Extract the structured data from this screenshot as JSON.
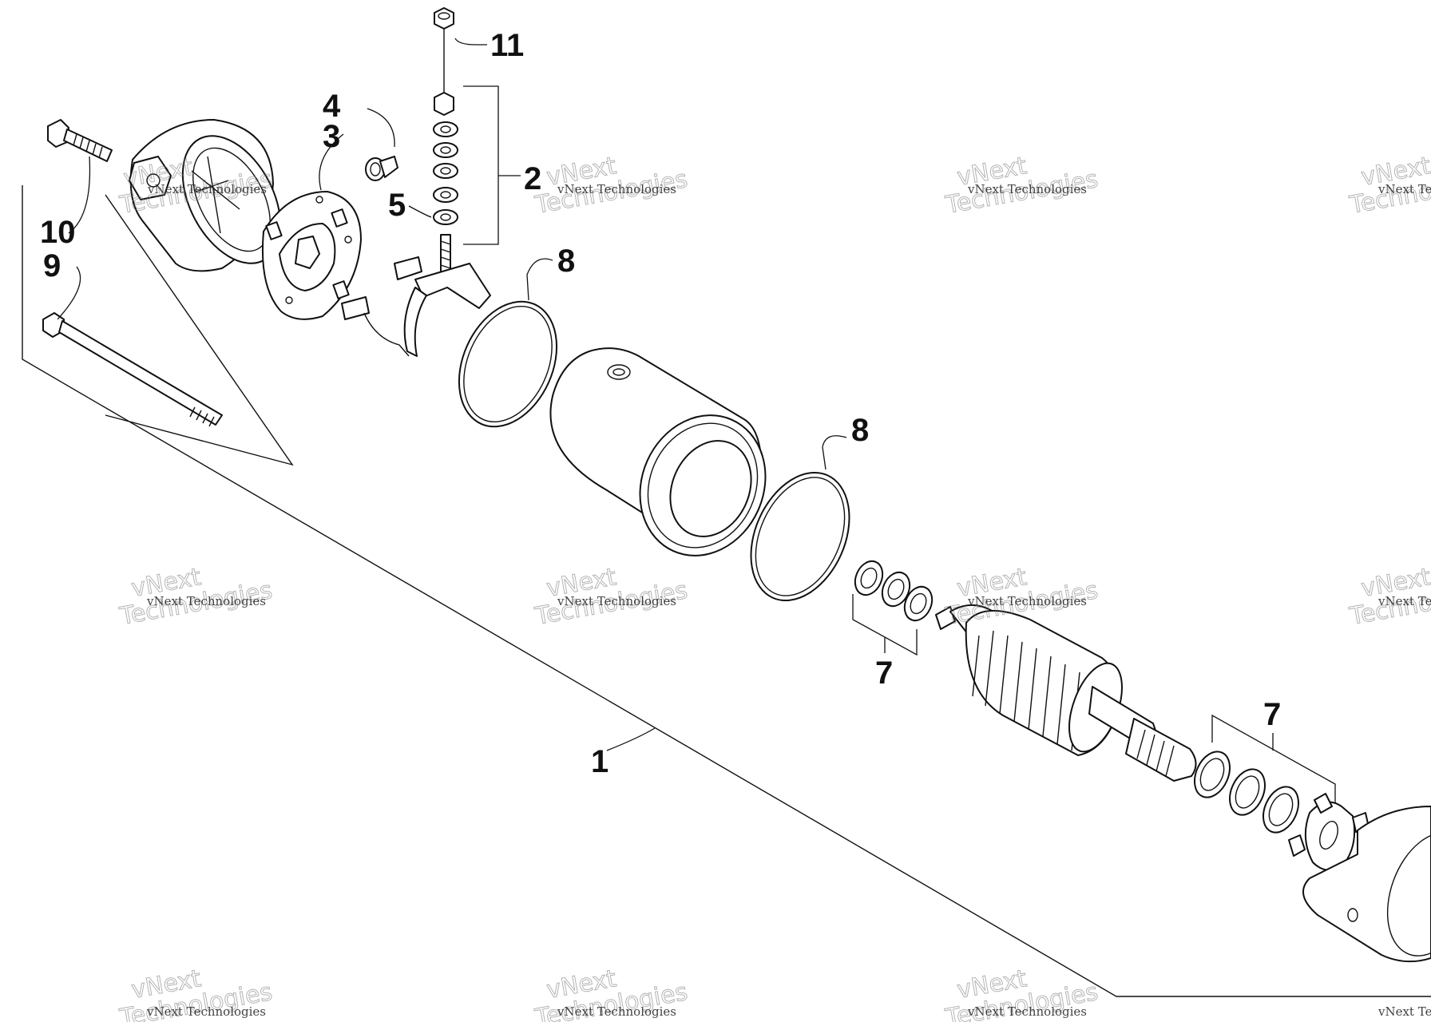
{
  "diagram": {
    "callouts": {
      "c1": "1",
      "c2": "2",
      "c3": "3",
      "c4": "4",
      "c5": "5",
      "c7a": "7",
      "c7b": "7",
      "c8a": "8",
      "c8b": "8",
      "c9": "9",
      "c10": "10",
      "c11": "11"
    },
    "watermark": {
      "small": "vNext Technologies",
      "big": "Technologies",
      "top": "vNext"
    }
  }
}
